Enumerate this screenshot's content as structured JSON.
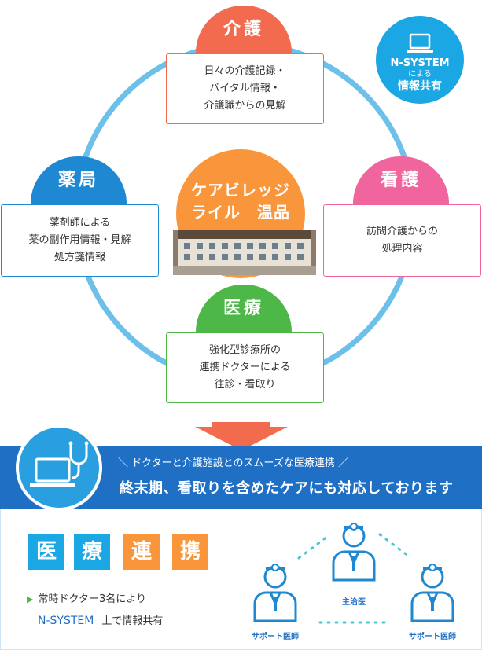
{
  "kaigo": {
    "title": "介護",
    "lines": [
      "日々の介護記録・",
      "バイタル情報・",
      "介護職からの見解"
    ],
    "color": "#f26b4e"
  },
  "yakkyoku": {
    "title": "薬局",
    "lines": [
      "薬剤師による",
      "薬の副作用情報・見解",
      "処方箋情報"
    ],
    "color": "#1e88d2"
  },
  "kango": {
    "title": "看護",
    "lines": [
      "訪問介護からの",
      "処理内容"
    ],
    "color": "#f0659d"
  },
  "iryo": {
    "title": "医療",
    "lines": [
      "強化型診療所の",
      "連携ドクターによる",
      "往診・看取り"
    ],
    "color": "#4db848"
  },
  "center": {
    "line1": "ケアビレッジ",
    "line2": "ライル　温品",
    "color": "#f9963b"
  },
  "nsystem": {
    "line1": "N-SYSTEM",
    "line2": "による",
    "line3": "情報共有",
    "color": "#1aa7e3"
  },
  "banner": {
    "sub": "＼ ドクターと介護施設とのスムーズな医療連携 ／",
    "main": "終末期、看取りを含めたケアにも対応しております",
    "color": "#1f6fc5"
  },
  "kanji_boxes": [
    {
      "char": "医",
      "color": "#1aa7e3"
    },
    {
      "char": "療",
      "color": "#1aa7e3"
    },
    {
      "char": "連",
      "color": "#f9963b"
    },
    {
      "char": "携",
      "color": "#f9963b"
    }
  ],
  "note": {
    "line1": "常時ドクター3名により",
    "system": "N-SYSTEM",
    "line2": "上で情報共有"
  },
  "doctors": {
    "main": "主治医",
    "support_left": "サポート医師",
    "support_right": "サポート医師"
  }
}
